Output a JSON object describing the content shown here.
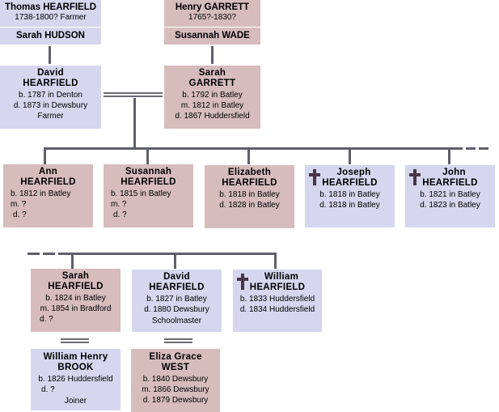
{
  "great_grandparents": {
    "thomas": {
      "name": "Thomas HEARFIELD",
      "dates": "1738-1800?  Farmer"
    },
    "sarah_hudson": {
      "name": "Sarah HUDSON"
    },
    "henry": {
      "name": "Henry GARRETT",
      "dates": "1765?-1830?"
    },
    "susannah_wade": {
      "name": "Susannah WADE"
    }
  },
  "parents": {
    "david": {
      "first": "David",
      "last": "HEARFIELD",
      "lines": [
        "b. 1787 in Denton",
        "d. 1873 in Dewsbury",
        "Farmer"
      ]
    },
    "sarah": {
      "first": "Sarah",
      "last": "GARRETT",
      "lines": [
        "b. 1792 in Batley",
        "m. 1812 in Batley",
        "d. 1867 Huddersfield"
      ]
    }
  },
  "children_row1": [
    {
      "first": "Ann",
      "last": "HEARFIELD",
      "lines": [
        "b. 1812 in Batley",
        "m. ?",
        "d. ?"
      ],
      "deceased_young": false
    },
    {
      "first": "Susannah",
      "last": "HEARFIELD",
      "lines": [
        "b. 1815 in Batley",
        "m. ?",
        "d. ?"
      ],
      "deceased_young": false
    },
    {
      "first": "Elizabeth",
      "last": "HEARFIELD",
      "lines": [
        "b. 1818 in Batley",
        "d. 1828 in Batley"
      ],
      "deceased_young": false
    },
    {
      "first": "Joseph",
      "last": "HEARFIELD",
      "lines": [
        "b. 1818 in Batley",
        "d. 1818 in Batley"
      ],
      "deceased_young": true
    },
    {
      "first": "John",
      "last": "HEARFIELD",
      "lines": [
        "b. 1821 in Batley",
        "d. 1823 in Batley"
      ],
      "deceased_young": true
    }
  ],
  "children_row2": [
    {
      "first": "Sarah",
      "last": "HEARFIELD",
      "lines": [
        "b. 1824 in Batley",
        "m. 1854 in Bradford",
        "d. ?"
      ],
      "deceased_young": false
    },
    {
      "first": "David",
      "last": "HEARFIELD",
      "lines": [
        "b. 1827 in Batley",
        "d. 1880 Dewsbury",
        "Schoolmaster"
      ],
      "deceased_young": false
    },
    {
      "first": "William",
      "last": "HEARFIELD",
      "lines": [
        "b. 1833 Huddersfield",
        "d. 1834 Huddersfield"
      ],
      "deceased_young": true
    }
  ],
  "spouses": [
    {
      "first": "William Henry",
      "last": "BROOK",
      "lines": [
        "b. 1826 Huddersfield",
        "d. ?",
        "Joiner"
      ]
    },
    {
      "first": "Eliza Grace",
      "last": "WEST",
      "lines": [
        "b. 1840 Dewsbury",
        "m. 1866 Dewsbury",
        "d. 1879 Dewsbury"
      ]
    }
  ],
  "colors": {
    "male": "#d6d6ee",
    "female": "#d6bcbc",
    "line": "#5f5f6a",
    "cross": "#4a3648"
  }
}
